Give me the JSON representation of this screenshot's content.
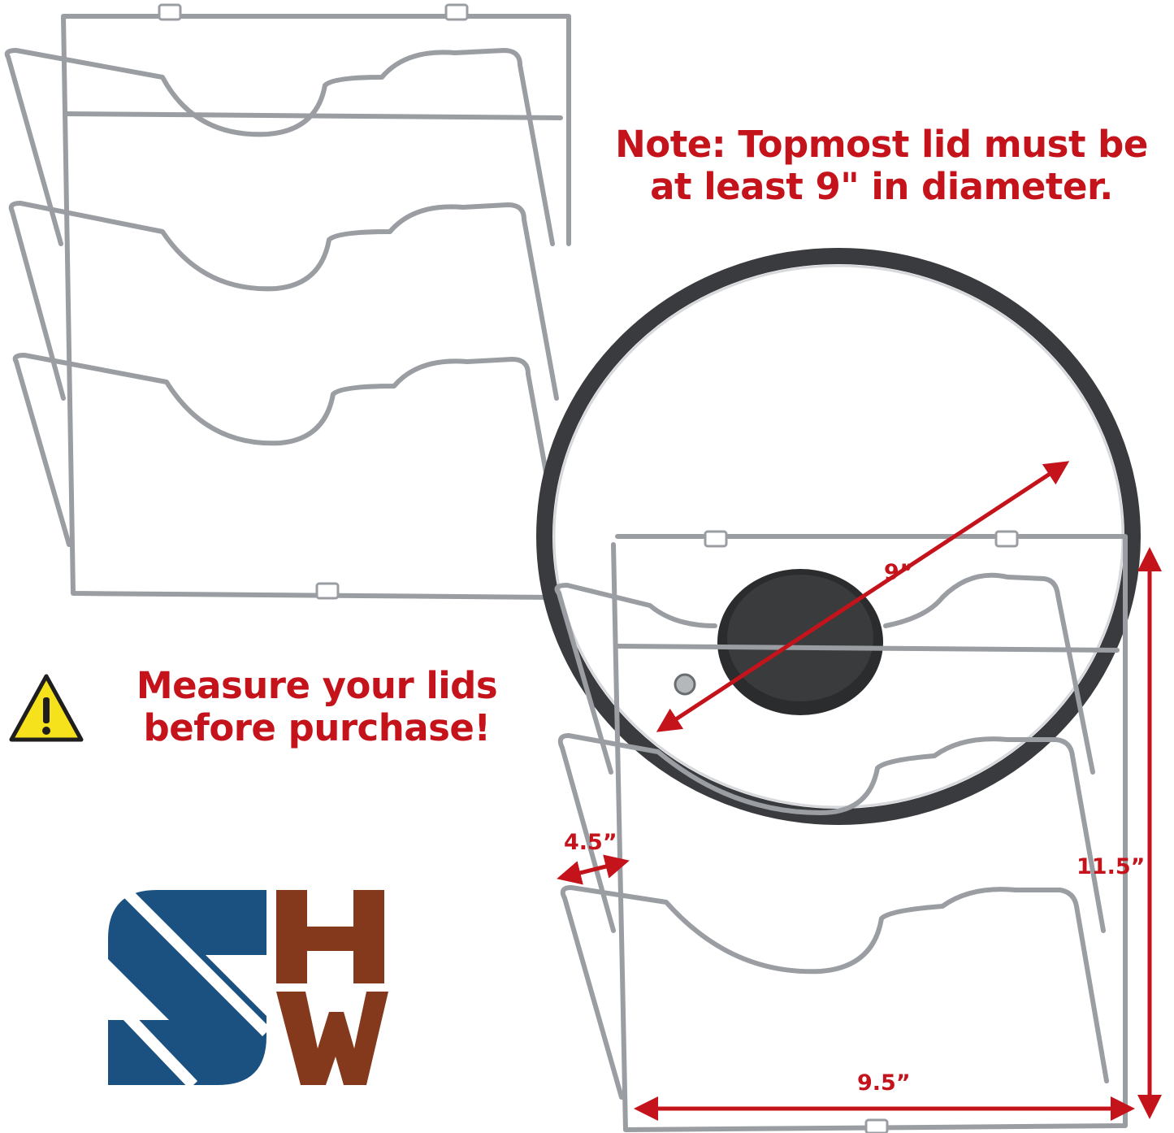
{
  "note": {
    "line1": "Note: Topmost lid must be",
    "line2": "at least 9\" in diameter."
  },
  "warning": {
    "line1": "Measure your lids",
    "line2": "before purchase!",
    "icon": "warning-triangle-icon"
  },
  "dimensions": {
    "lid_diameter": "9”",
    "depth": "4.5”",
    "height": "11.5”",
    "width": "9.5”"
  },
  "logo": {
    "letters": [
      "S",
      "H",
      "W"
    ],
    "colors": {
      "s": "#1b5181",
      "hw": "#84391c"
    }
  },
  "colors": {
    "accent": "#c4131a",
    "wire": "#9a9ea3",
    "lid_rim": "#3a3b3e"
  }
}
